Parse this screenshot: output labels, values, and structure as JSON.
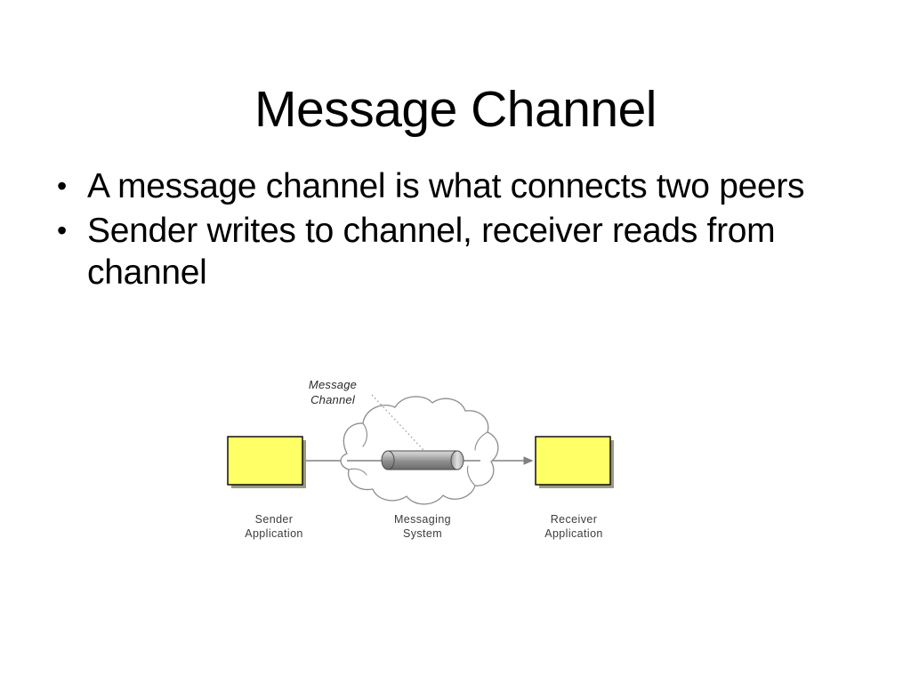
{
  "slide": {
    "title": "Message Channel",
    "bullets": [
      {
        "text": "A message channel is what connects two peers",
        "marker": "•"
      },
      {
        "text": "Sender writes to channel, receiver reads from channel",
        "marker": "•"
      }
    ]
  },
  "diagram": {
    "annotation": "Message\nChannel",
    "nodes": [
      {
        "id": "sender",
        "label": "Sender\nApplication",
        "shape": "box",
        "fill": "#ffff66",
        "stroke": "#000000"
      },
      {
        "id": "messaging",
        "label": "Messaging\nSystem",
        "shape": "cloud",
        "fill": "#ffffff",
        "stroke": "#808080"
      },
      {
        "id": "receiver",
        "label": "Receiver\nApplication",
        "shape": "box",
        "fill": "#ffff66",
        "stroke": "#000000"
      }
    ],
    "pipe": {
      "id": "message-channel-pipe",
      "shape": "cylinder",
      "fill_light": "#c9c9c9",
      "fill_dark": "#6e6e6e"
    },
    "arrows": [
      {
        "from": "sender",
        "to": "messaging",
        "style": "solid",
        "color": "#808080"
      },
      {
        "from": "messaging",
        "to": "receiver",
        "style": "solid",
        "color": "#808080"
      }
    ],
    "leader_line": {
      "style": "dotted",
      "color": "#999999"
    }
  },
  "colors": {
    "background": "#ffffff",
    "text": "#000000",
    "box_fill": "#ffff66",
    "cloud_stroke": "#808080",
    "arrow": "#808080",
    "shadow": "#9a9a85"
  }
}
